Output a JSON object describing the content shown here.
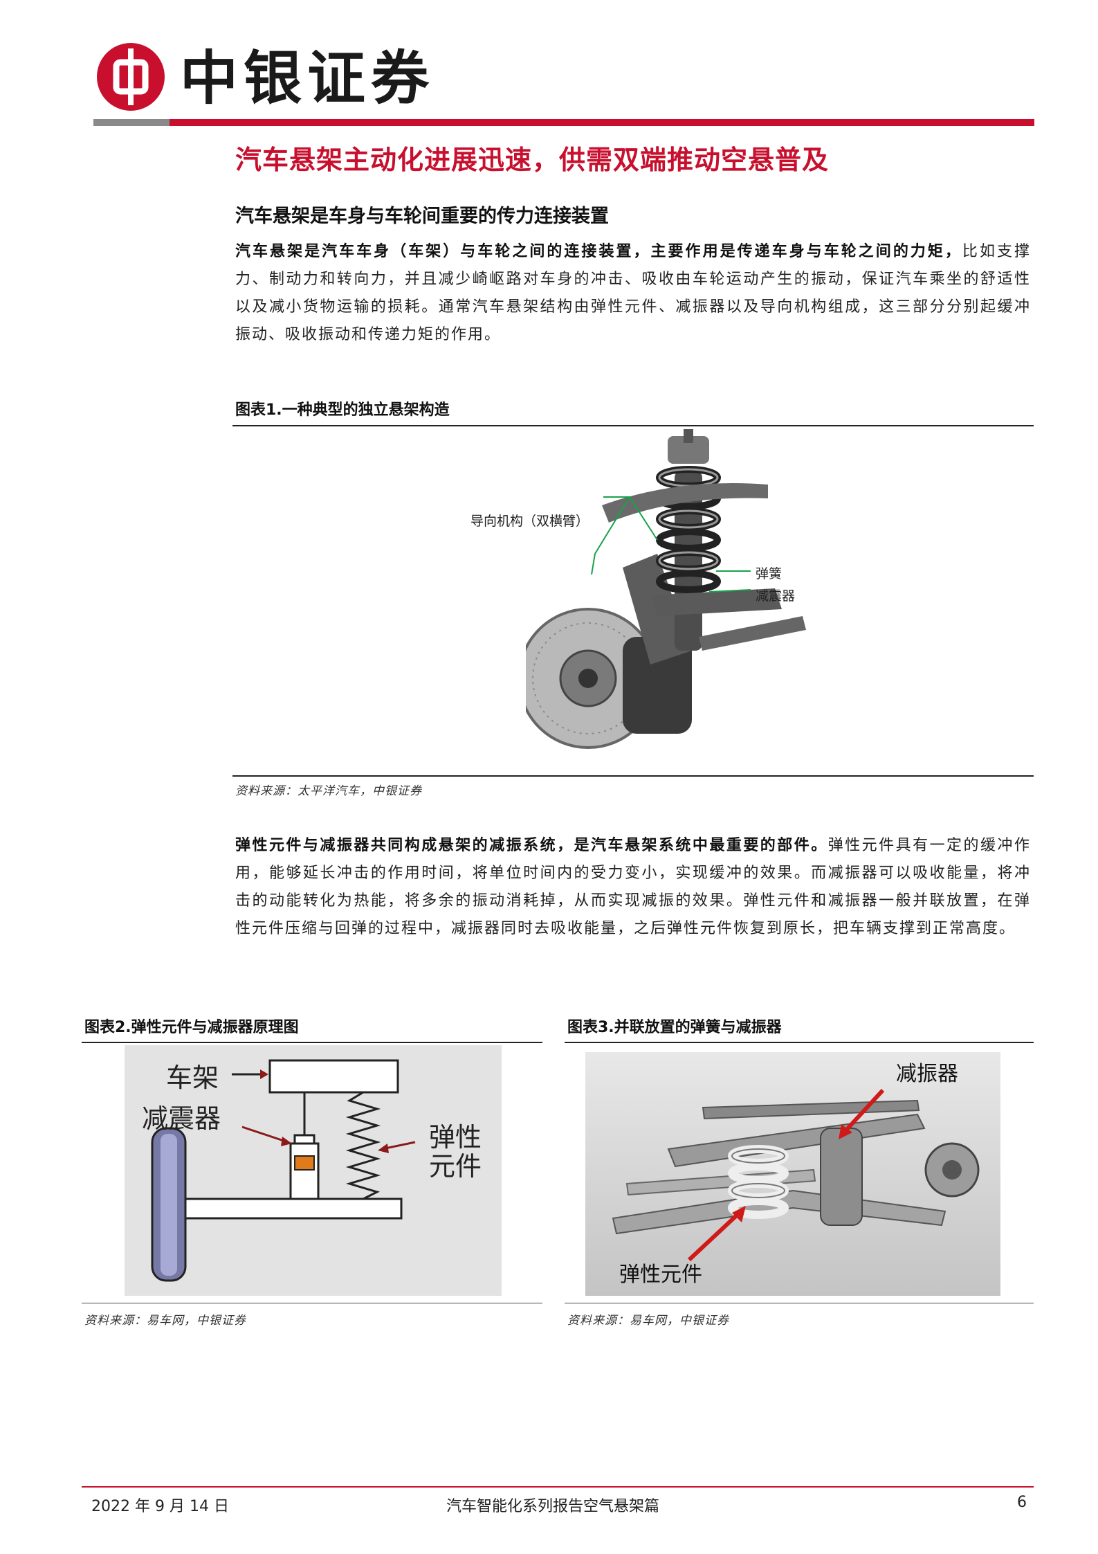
{
  "header": {
    "brand": "中银证券",
    "accent_color": "#c8102e"
  },
  "title": "汽车悬架主动化进展迅速，供需双端推动空悬普及",
  "section": {
    "heading": "汽车悬架是车身与车轮间重要的传力连接装置",
    "para1_bold": "汽车悬架是汽车车身（车架）与车轮之间的连接装置，主要作用是传递车身与车轮之间的力矩，",
    "para1_rest": "比如支撑力、制动力和转向力，并且减少崎岖路对车身的冲击、吸收由车轮运动产生的振动，保证汽车乘坐的舒适性以及减小货物运输的损耗。通常汽车悬架结构由弹性元件、减振器以及导向机构组成，这三部分分别起缓冲振动、吸收振动和传递力矩的作用。",
    "para2_bold": "弹性元件与减振器共同构成悬架的减振系统，是汽车悬架系统中最重要的部件。",
    "para2_rest": "弹性元件具有一定的缓冲作用，能够延长冲击的作用时间，将单位时间内的受力变小，实现缓冲的效果。而减振器可以吸收能量，将冲击的动能转化为热能，将多余的振动消耗掉，从而实现减振的效果。弹性元件和减振器一般并联放置，在弹性元件压缩与回弹的过程中，减振器同时去吸收能量，之后弹性元件恢复到原长，把车辆支撑到正常高度。"
  },
  "figure1": {
    "title": "图表1.一种典型的独立悬架构造",
    "label_guide": "导向机构（双横臂）",
    "label_spring": "弹簧",
    "label_damper": "减震器",
    "source": "资料来源：太平洋汽车，中银证券"
  },
  "figure2": {
    "title": "图表2.弹性元件与减振器原理图",
    "label_frame": "车架",
    "label_damper": "减震器",
    "label_elastic_1": "弹性",
    "label_elastic_2": "元件",
    "source": "资料来源：易车网，中银证券"
  },
  "figure3": {
    "title": "图表3.并联放置的弹簧与减振器",
    "label_damper": "减振器",
    "label_elastic": "弹性元件",
    "source": "资料来源：易车网，中银证券"
  },
  "footer": {
    "date": "2022 年 9 月 14 日",
    "report": "汽车智能化系列报告空气悬架篇",
    "page": "6"
  }
}
